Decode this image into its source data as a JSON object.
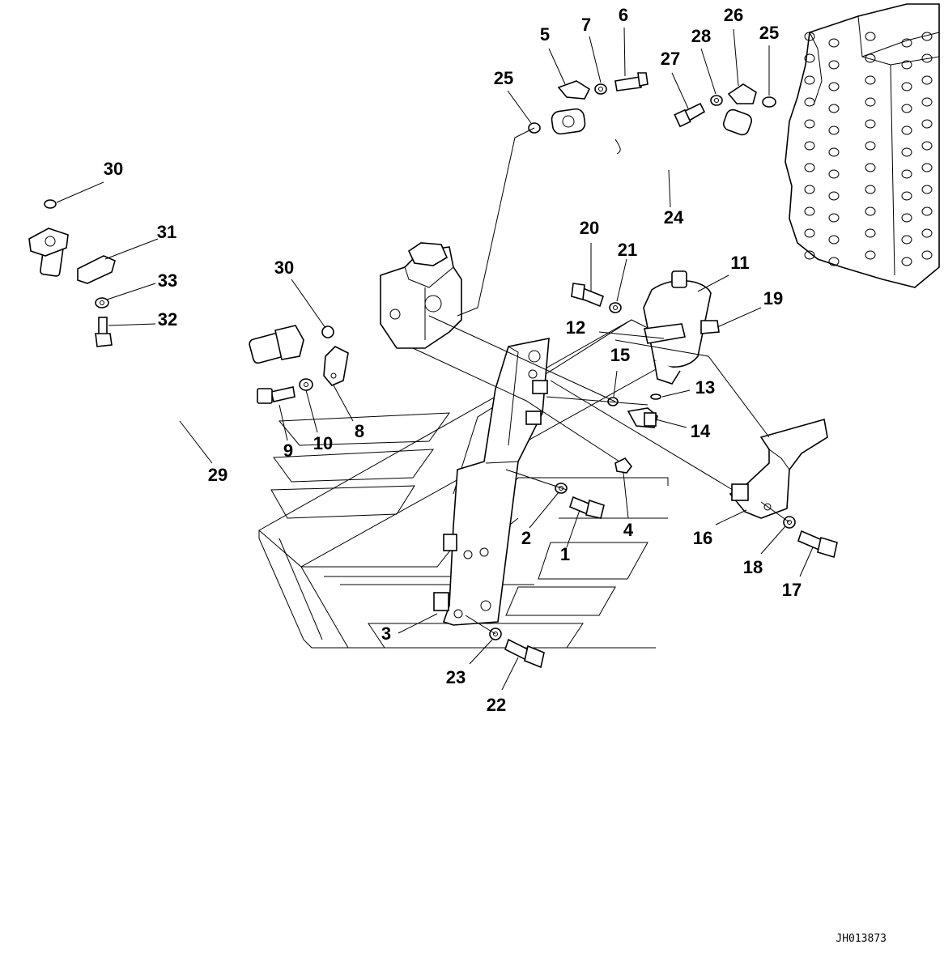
{
  "diagram": {
    "drawing_id": "JH013873",
    "callouts": [
      "1",
      "2",
      "3",
      "4",
      "5",
      "6",
      "7",
      "8",
      "9",
      "10",
      "11",
      "12",
      "13",
      "14",
      "15",
      "16",
      "17",
      "18",
      "19",
      "20",
      "21",
      "22",
      "23",
      "24",
      "25",
      "25",
      "26",
      "27",
      "28",
      "29",
      "30",
      "30",
      "31",
      "32",
      "33"
    ]
  }
}
